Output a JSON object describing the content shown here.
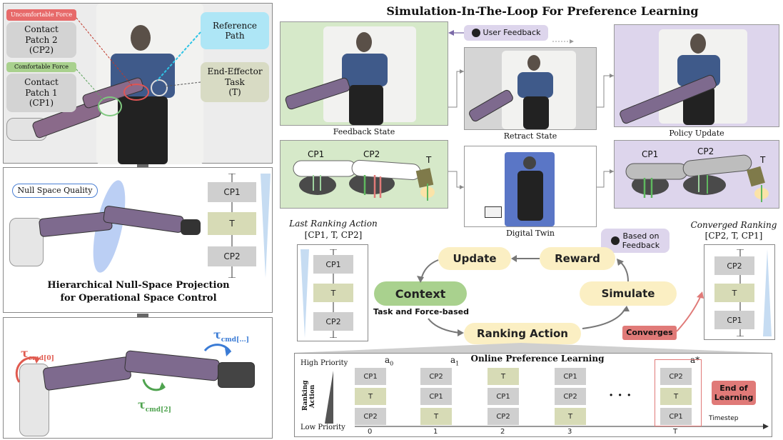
{
  "title": "Simulation-In-The-Loop For Preference Learning",
  "left": {
    "labels": {
      "uncomfortable_force": "Uncomfortable Force",
      "cp2": "Contact\nPatch 2\n(CP2)",
      "comfortable_force": "Comfortable Force",
      "cp1": "Contact\nPatch 1\n(CP1)",
      "reference_path": "Reference\nPath",
      "end_effector": "End-Effector\nTask\n(T)"
    },
    "null_space_quality": "Null Space Quality",
    "hierarchy_stack": [
      "CP1",
      "T",
      "CP2"
    ],
    "caption": "Hierarchical Null-Space Projection\nfor Operational Space Control",
    "torques": {
      "t0": "τ",
      "t0_sub": "cmd[0]",
      "t2": "τ",
      "t2_sub": "cmd[2]",
      "tn": "τ",
      "tn_sub": "cmd[...]"
    }
  },
  "loop": {
    "feedback_state": "Feedback State",
    "retract_state": "Retract State",
    "policy_update": "Policy Update",
    "digital_twin": "Digital Twin",
    "user_feedback": "User Feedback",
    "diagram_feedback": {
      "cp1": "CP1",
      "cp2": "CP2",
      "t": "T"
    },
    "diagram_policy": {
      "cp1": "CP1",
      "cp2": "CP2",
      "t": "T"
    }
  },
  "cycle": {
    "last_ranking_title": "Last Ranking Action",
    "last_ranking": "[CP1, T, CP2]",
    "last_stack": [
      "CP1",
      "T",
      "CP2"
    ],
    "converged_title": "Converged Ranking",
    "converged_ranking": "[CP2, T, CP1]",
    "converged_stack": [
      "CP2",
      "T",
      "CP1"
    ],
    "based_on_feedback": "Based on\nFeedback",
    "update": "Update",
    "reward": "Reward",
    "context": "Context",
    "context_sub": "Task and Force-based",
    "simulate": "Simulate",
    "ranking_action": "Ranking Action",
    "converges": "Converges"
  },
  "online": {
    "title": "Online Preference Learning",
    "high_priority": "High Priority",
    "low_priority": "Low Priority",
    "axis_label": "Ranking\nAction",
    "timestep_label": "Timestep",
    "end_of_learning": "End of\nLearning",
    "ellipsis": "· · ·",
    "columns": [
      {
        "action": "a",
        "sub": "0",
        "step": "0",
        "items": [
          "CP1",
          "T",
          "CP2"
        ]
      },
      {
        "action": "a",
        "sub": "1",
        "step": "1",
        "items": [
          "CP2",
          "CP1",
          "T"
        ]
      },
      {
        "action": "",
        "sub": "",
        "step": "2",
        "items": [
          "T",
          "CP1",
          "CP2"
        ]
      },
      {
        "action": "",
        "sub": "",
        "step": "3",
        "items": [
          "CP1",
          "CP2",
          "T"
        ]
      },
      {
        "action": "a*",
        "sub": "",
        "step": "T",
        "items": [
          "CP2",
          "T",
          "CP1"
        ]
      }
    ]
  },
  "colors": {
    "feedback_bg": "#d6e9c9",
    "policy_bg": "#ddd5ec",
    "cp_gray": "#cfcfcf",
    "task_olive": "#d7dbb6",
    "context_green": "#a9d18e",
    "cream": "#fbefc3",
    "converges_red": "#e07a78",
    "reference_cyan": "#aee6f6"
  }
}
